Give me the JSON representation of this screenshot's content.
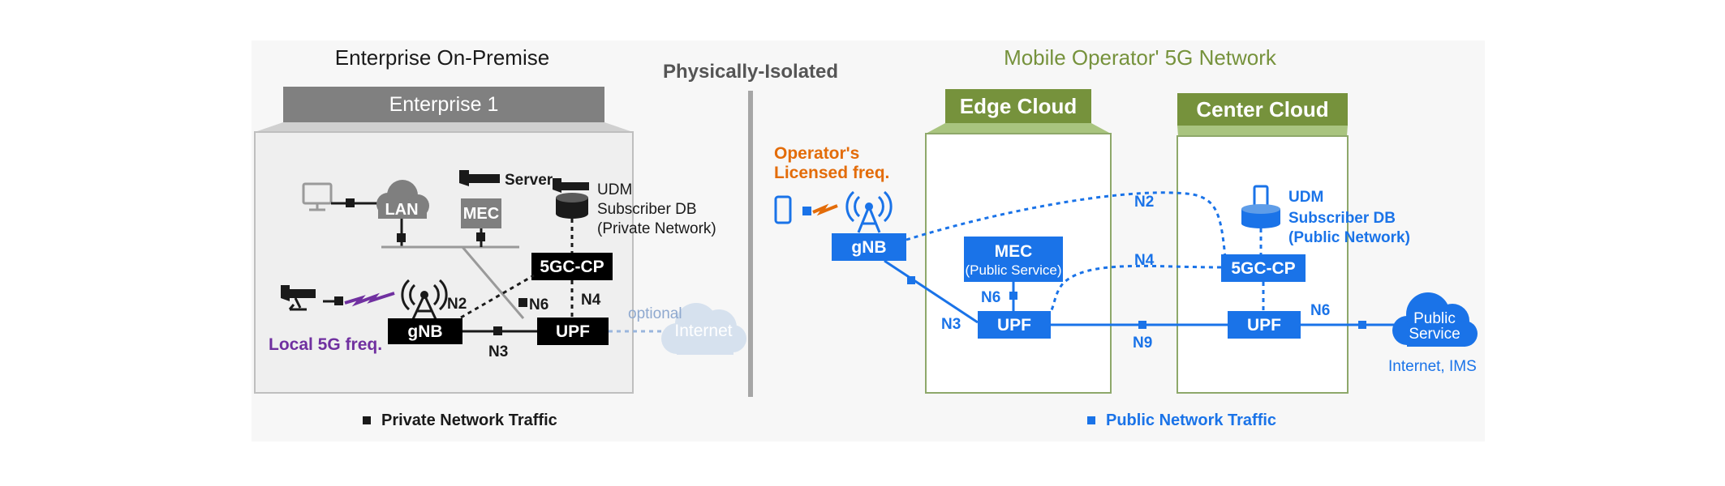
{
  "left": {
    "section_title": "Enterprise On-Premise",
    "enterprise_label": "Enterprise 1",
    "lan_label": "LAN",
    "mec_label": "MEC",
    "server_label": "Server",
    "udm_label": "UDM",
    "subscriber_db_label": "Subscriber DB",
    "private_network_label": "(Private Network)",
    "cp_label": "5GC-CP",
    "gnb_label": "gNB",
    "upf_label": "UPF",
    "n2_label": "N2",
    "n3_label": "N3",
    "n4_label": "N4",
    "n6_label": "N6",
    "local_freq_label": "Local 5G freq.",
    "optional_label": "optional",
    "internet_label": "Internet",
    "legend_label": "Private Network Traffic"
  },
  "divider_label": "Physically-Isolated",
  "right": {
    "section_title": "Mobile Operator' 5G Network",
    "edge_cloud_label": "Edge Cloud",
    "center_cloud_label": "Center Cloud",
    "operator_freq_line1": "Operator's",
    "operator_freq_line2": "Licensed freq.",
    "gnb_label": "gNB",
    "mec_label": "MEC",
    "mec_sub_label": "(Public Service)",
    "edge_upf_label": "UPF",
    "center_upf_label": "UPF",
    "cp_label": "5GC-CP",
    "udm_label": "UDM",
    "subscriber_db_label": "Subscriber DB",
    "public_network_label": "(Public Network)",
    "public_service_line1": "Public",
    "public_service_line2": "Service",
    "internet_ims_label": "Internet, IMS",
    "n2_label": "N2",
    "n3_label": "N3",
    "n4_label": "N4",
    "n6_edge_label": "N6",
    "n6_center_label": "N6",
    "n9_label": "N9",
    "legend_label": "Public Network Traffic"
  },
  "colors": {
    "private_traffic": "#1a1a1a",
    "public_traffic": "#1a73e8",
    "operator_title": "#76923c",
    "cloud_header": "#76923c",
    "operator_freq": "#e36c09",
    "local_freq": "#7030a0",
    "enterprise_header": "#808080"
  }
}
